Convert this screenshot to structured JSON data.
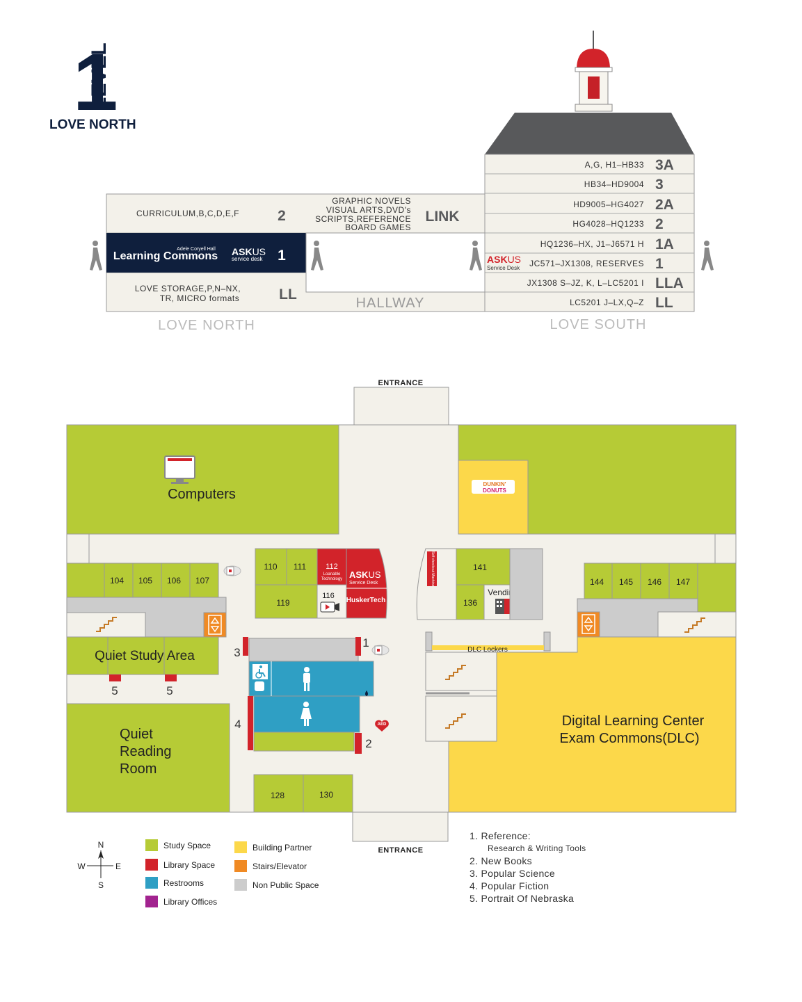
{
  "header": {
    "level_word": "LEVEL",
    "level_number": "1",
    "building": "LOVE NORTH"
  },
  "overview": {
    "north_rows": [
      {
        "range": "CURRICULUM,B,C,D,E,F",
        "floor": "2"
      },
      {
        "hall": "Adele Coryell Hall",
        "name": "Learning Commons",
        "desk_ask": "ASK",
        "desk_us": "US",
        "desk_sub": "service desk",
        "floor": "1"
      },
      {
        "range_line1": "LOVE STORAGE,P,N–NX,",
        "range_line2": "TR, MICRO formats",
        "floor": "LL"
      }
    ],
    "link": {
      "lines": [
        "GRAPHIC NOVELS",
        "VISUAL ARTS,DVD's",
        "SCRIPTS,REFERENCE",
        "BOARD GAMES"
      ],
      "label": "LINK",
      "hallway": "HALLWAY"
    },
    "south_rows": [
      {
        "range": "A,G, H1–HB33",
        "floor": "3A"
      },
      {
        "range": "HB34–HD9004",
        "floor": "3"
      },
      {
        "range": "HD9005–HG4027",
        "floor": "2A"
      },
      {
        "range": "HG4028–HQ1233",
        "floor": "2"
      },
      {
        "range": "HQ1236–HX, J1–J6571 H",
        "floor": "1A"
      },
      {
        "range": "JC571–JX1308, RESERVES",
        "floor": "1"
      },
      {
        "range": "JX1308 S–JZ, K, L–LC5201 I",
        "floor": "LLA"
      },
      {
        "range": "LC5201 J–LX,Q–Z",
        "floor": "LL"
      }
    ],
    "south_desk": {
      "ask": "ASK",
      "us": "US",
      "sub": "Service Desk"
    },
    "label_north": "LOVE NORTH",
    "label_south": "LOVE SOUTH"
  },
  "floorplan": {
    "entrance_top": "ENTRANCE",
    "entrance_bottom": "ENTRANCE",
    "computers": "Computers",
    "dunkin_1": "DUNKIN'",
    "dunkin_2": "DONUTS",
    "rooms_west": [
      "104",
      "105",
      "106",
      "107"
    ],
    "rooms_center": [
      "110",
      "111",
      "119"
    ],
    "room_112": "112",
    "room_112_sub1": "Loanable",
    "room_112_sub2": "Technology",
    "room_116": "116",
    "askus_ask": "ASK",
    "askus_us": "US",
    "askus_sub": "Service Desk",
    "huskertech": "HuskerTech",
    "self_checkout": "Self-checkout Machine",
    "room_141": "141",
    "room_136": "136",
    "vending": "Vending",
    "rooms_east": [
      "144",
      "145",
      "146",
      "147"
    ],
    "quiet_study": "Quiet Study Area",
    "quiet_reading": [
      "Quiet",
      "Reading",
      "Room"
    ],
    "dlc_lockers": "DLC Lockers",
    "dlc": [
      "Digital Learning Center",
      "Exam Commons(DLC)"
    ],
    "rooms_bottom": [
      "128",
      "130"
    ],
    "aed": "AED",
    "markers": {
      "m1": "1",
      "m2": "2",
      "m3": "3",
      "m4": "4",
      "m5a": "5",
      "m5b": "5"
    }
  },
  "compass": {
    "n": "N",
    "s": "S",
    "e": "E",
    "w": "W"
  },
  "legend": [
    {
      "label": "Study Space",
      "color": "#b6cb36"
    },
    {
      "label": "Library Space",
      "color": "#d2232a"
    },
    {
      "label": "Restrooms",
      "color": "#2f9fc4"
    },
    {
      "label": "Library Offices",
      "color": "#a2238f"
    },
    {
      "label": "Building Partner",
      "color": "#fcd84a"
    },
    {
      "label": "Stairs/Elevator",
      "color": "#f08a24"
    },
    {
      "label": "Non Public Space",
      "color": "#cccccc"
    }
  ],
  "notes": {
    "n1": "1. Reference:",
    "n1_sub": "Research & Writing Tools",
    "n2": "2. New Books",
    "n3": "3. Popular Science",
    "n4": "4. Popular Fiction",
    "n5": "5. Portrait Of Nebraska"
  },
  "colors": {
    "navy": "#0f1f3d",
    "study": "#b6cb36",
    "library": "#d2232a",
    "restroom": "#2f9fc4",
    "partner": "#fcd84a",
    "stairs": "#f08a24",
    "nonpublic": "#cccccc",
    "floor": "#f3f1ea",
    "roof": "#58595b"
  }
}
